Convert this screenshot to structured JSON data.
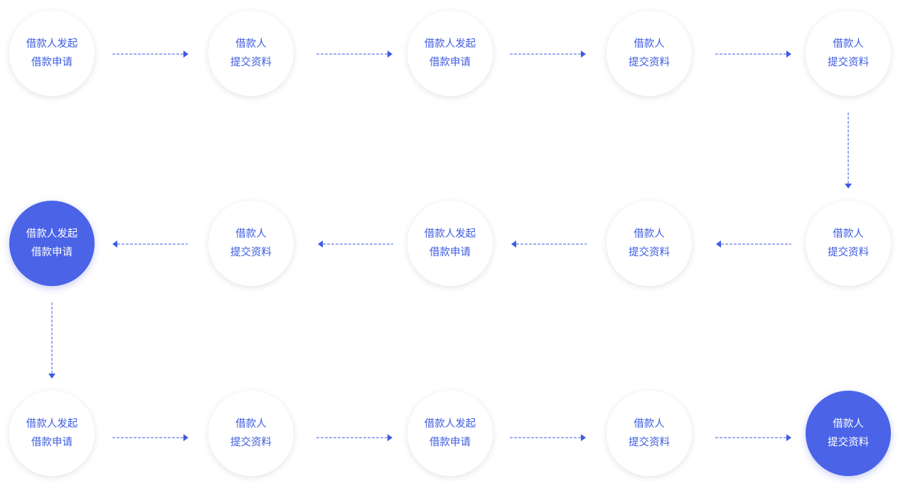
{
  "accent_color": "#4a63e7",
  "nodes": [
    {
      "line1": "借款人发起",
      "line2": "借款申请",
      "highlighted": false
    },
    {
      "line1": "借款人",
      "line2": "提交资料",
      "highlighted": false
    },
    {
      "line1": "借款人发起",
      "line2": "借款申请",
      "highlighted": false
    },
    {
      "line1": "借款人",
      "line2": "提交资料",
      "highlighted": false
    },
    {
      "line1": "借款人",
      "line2": "提交资料",
      "highlighted": false
    },
    {
      "line1": "借款人",
      "line2": "提交资料",
      "highlighted": false
    },
    {
      "line1": "借款人",
      "line2": "提交资料",
      "highlighted": false
    },
    {
      "line1": "借款人发起",
      "line2": "借款申请",
      "highlighted": false
    },
    {
      "line1": "借款人",
      "line2": "提交资料",
      "highlighted": false
    },
    {
      "line1": "借款人发起",
      "line2": "借款申请",
      "highlighted": true
    },
    {
      "line1": "借款人发起",
      "line2": "借款申请",
      "highlighted": false
    },
    {
      "line1": "借款人",
      "line2": "提交资料",
      "highlighted": false
    },
    {
      "line1": "借款人发起",
      "line2": "借款申请",
      "highlighted": false
    },
    {
      "line1": "借款人",
      "line2": "提交资料",
      "highlighted": false
    },
    {
      "line1": "借款人",
      "line2": "提交资料",
      "highlighted": true
    }
  ],
  "edges": [
    {
      "from": 0,
      "to": 1
    },
    {
      "from": 1,
      "to": 2
    },
    {
      "from": 2,
      "to": 3
    },
    {
      "from": 3,
      "to": 4
    },
    {
      "from": 4,
      "to": 5
    },
    {
      "from": 5,
      "to": 6
    },
    {
      "from": 6,
      "to": 7
    },
    {
      "from": 7,
      "to": 8
    },
    {
      "from": 8,
      "to": 9
    },
    {
      "from": 9,
      "to": 10
    },
    {
      "from": 10,
      "to": 11
    },
    {
      "from": 11,
      "to": 12
    },
    {
      "from": 12,
      "to": 13
    },
    {
      "from": 13,
      "to": 14
    }
  ]
}
